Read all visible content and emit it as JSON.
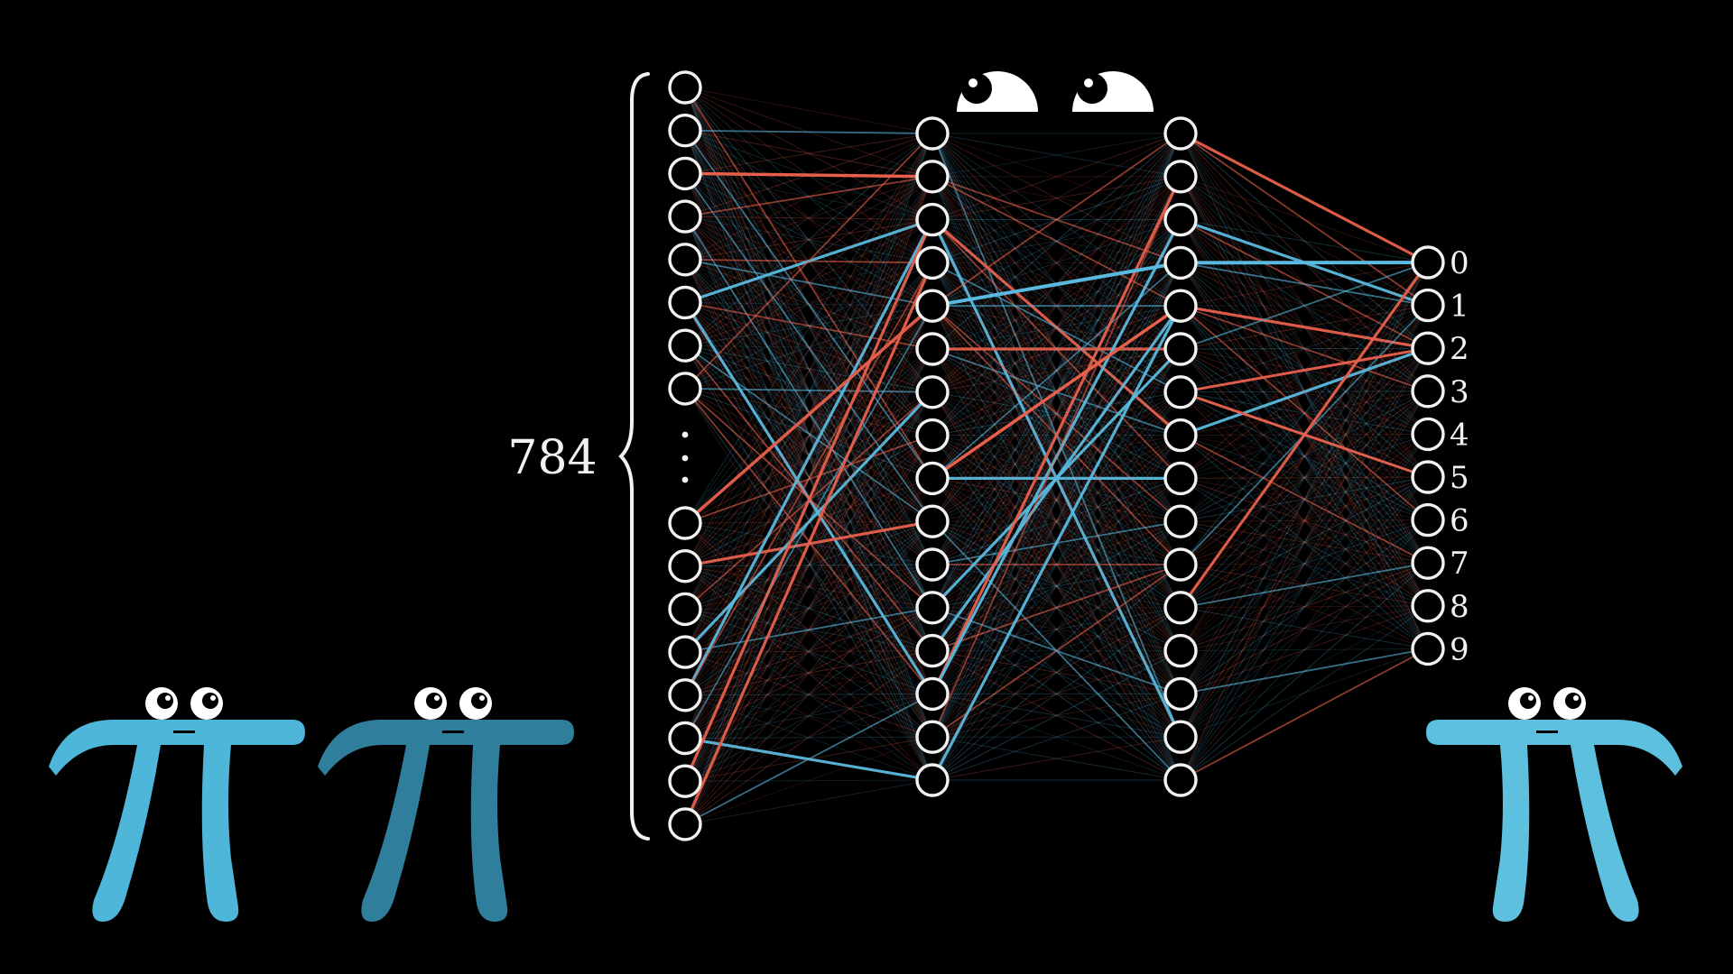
{
  "diagram": {
    "input_count_label": "784",
    "output_labels": [
      "0",
      "1",
      "2",
      "3",
      "4",
      "5",
      "6",
      "7",
      "8",
      "9"
    ],
    "layers": {
      "input_visible_nodes": 16,
      "hidden_1_nodes": 16,
      "hidden_2_nodes": 16,
      "output_nodes": 10
    },
    "colors": {
      "background": "#000000",
      "node_outline": "#f2f2f2",
      "positive_weight": "#5ab9de",
      "negative_weight": "#e8604c",
      "pi_blue_light": "#4eb6d8",
      "pi_blue_dark": "#2f7f9c",
      "eye_white": "#ffffff",
      "pupil": "#000000"
    }
  },
  "characters": [
    {
      "name": "pi-creature-left-1",
      "color": "pi_blue_light"
    },
    {
      "name": "pi-creature-left-2",
      "color": "pi_blue_dark"
    },
    {
      "name": "pi-creature-right",
      "color": "pi_blue_light"
    }
  ]
}
